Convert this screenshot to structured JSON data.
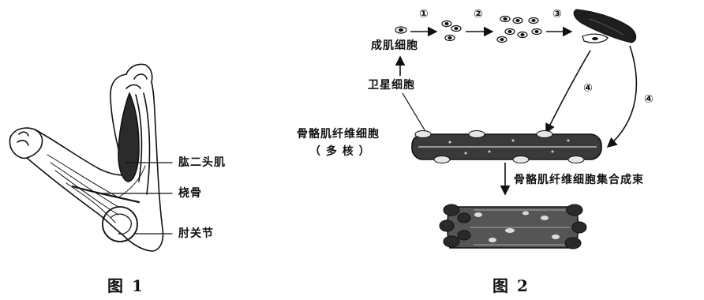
{
  "figure1": {
    "caption": "图 1",
    "labels": {
      "biceps": "肱二头肌",
      "radius": "桡骨",
      "elbow": "肘关节"
    }
  },
  "figure2": {
    "caption": "图 2",
    "step_markers": [
      "①",
      "②",
      "③",
      "④",
      "④"
    ],
    "labels": {
      "myoblast": "成肌细胞",
      "satellite": "卫星细胞",
      "fiber_line1": "骨骼肌纤维细胞",
      "fiber_line2": "（ 多 核 ）",
      "bundle": "骨骼肌纤维细胞集合成束"
    }
  }
}
